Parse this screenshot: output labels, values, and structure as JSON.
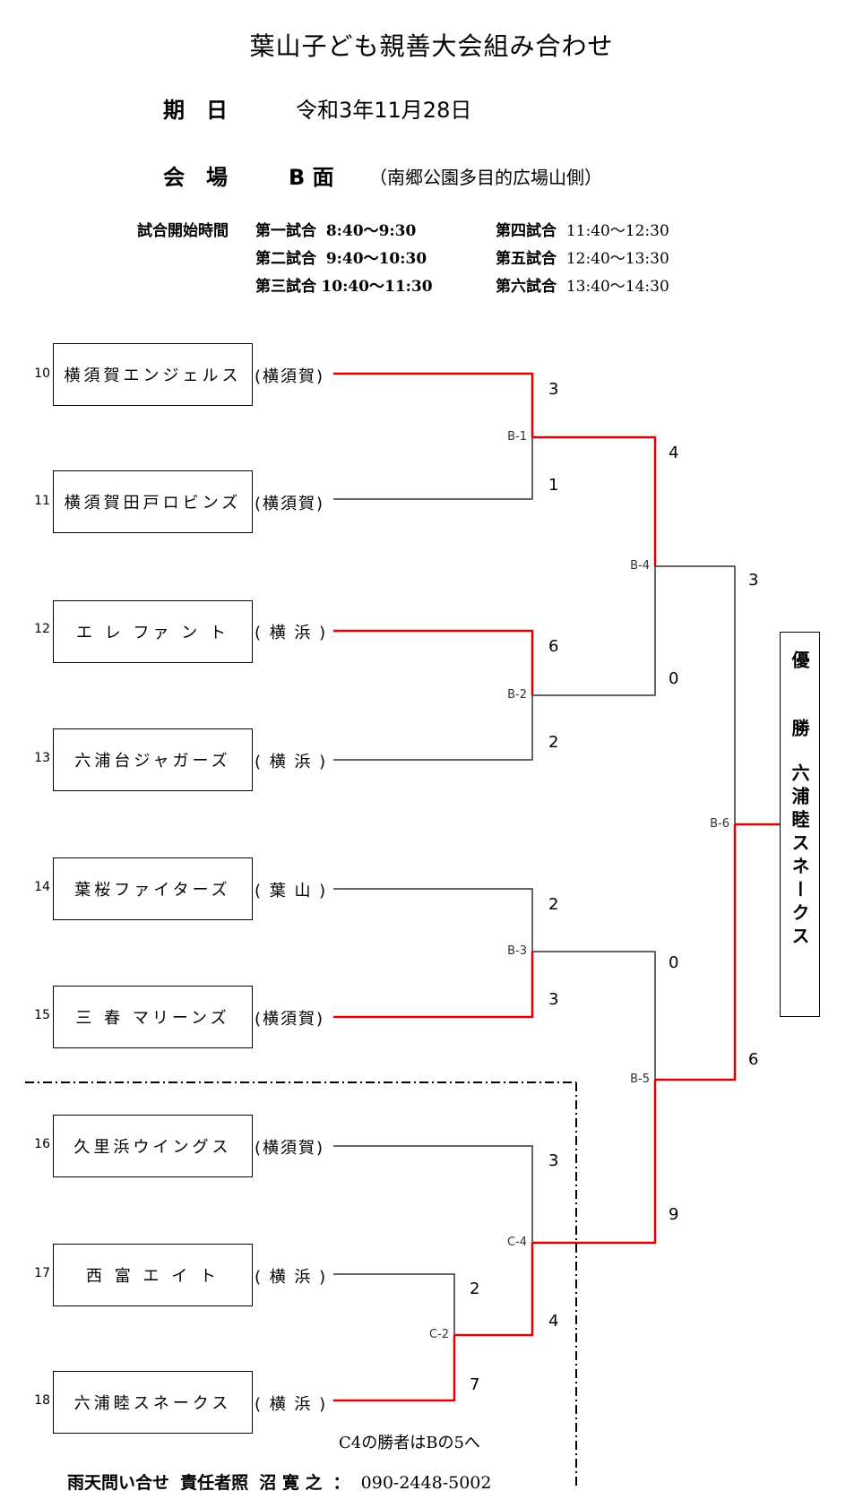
{
  "title": "葉山子ども親善大会組み合わせ",
  "date": {
    "label": "期　日",
    "value": "令和3年11月28日"
  },
  "venue": {
    "label": "会　場",
    "court": "B 面",
    "place": "（南郷公園多目的広場山側）"
  },
  "schedule": {
    "label": "試合開始時間",
    "games": [
      {
        "name": "第一試合",
        "time": "8:40～9:30"
      },
      {
        "name": "第二試合",
        "time": "9:40～10:30"
      },
      {
        "name": "第三試合",
        "time": "10:40～11:30"
      },
      {
        "name": "第四試合",
        "time": "11:40～12:30"
      },
      {
        "name": "第五試合",
        "time": "12:40～13:30"
      },
      {
        "name": "第六試合",
        "time": "13:40～14:30"
      }
    ]
  },
  "teams": [
    {
      "seed": "10",
      "name": "横須賀エンジェルス",
      "area": "(横須賀)"
    },
    {
      "seed": "11",
      "name": "横須賀田戸ロビンズ",
      "area": "(横須賀)"
    },
    {
      "seed": "12",
      "name": "エ レ ファ ン ト",
      "area": "( 横 浜 )"
    },
    {
      "seed": "13",
      "name": "六浦台ジャガーズ",
      "area": "( 横 浜 )"
    },
    {
      "seed": "14",
      "name": "葉桜ファイターズ",
      "area": "( 葉 山 )"
    },
    {
      "seed": "15",
      "name": "三 春 マリーンズ",
      "area": "(横須賀)"
    },
    {
      "seed": "16",
      "name": "久里浜ウイングス",
      "area": "(横須賀)"
    },
    {
      "seed": "17",
      "name": "西 富 エ イ ト",
      "area": "( 横 浜 )"
    },
    {
      "seed": "18",
      "name": "六浦睦スネークス",
      "area": "( 横 浜 )"
    }
  ],
  "matches": [
    {
      "id": "B-1",
      "top_score": "3",
      "bottom_score": "1"
    },
    {
      "id": "B-2",
      "top_score": "6",
      "bottom_score": "2"
    },
    {
      "id": "B-3",
      "top_score": "2",
      "bottom_score": "3"
    },
    {
      "id": "C-2",
      "top_score": "2",
      "bottom_score": "7"
    },
    {
      "id": "C-4",
      "top_score": "3",
      "bottom_score": "4"
    },
    {
      "id": "B-4",
      "top_score": "4",
      "bottom_score": "0"
    },
    {
      "id": "B-5",
      "top_score": "0",
      "bottom_score": "9"
    },
    {
      "id": "B-6",
      "top_score": "3",
      "bottom_score": "6"
    }
  ],
  "champion": {
    "label": "優　勝",
    "team": "六浦睦スネークス"
  },
  "note": "C4の勝者はBの5へ",
  "footer": {
    "label": "雨天問い合せ",
    "contact_label": "責任者照",
    "person": "沼 寛 之",
    "colon": "：",
    "phone": "090-2448-5002"
  },
  "colors": {
    "winner_line": "#e00000",
    "line": "#333333"
  }
}
